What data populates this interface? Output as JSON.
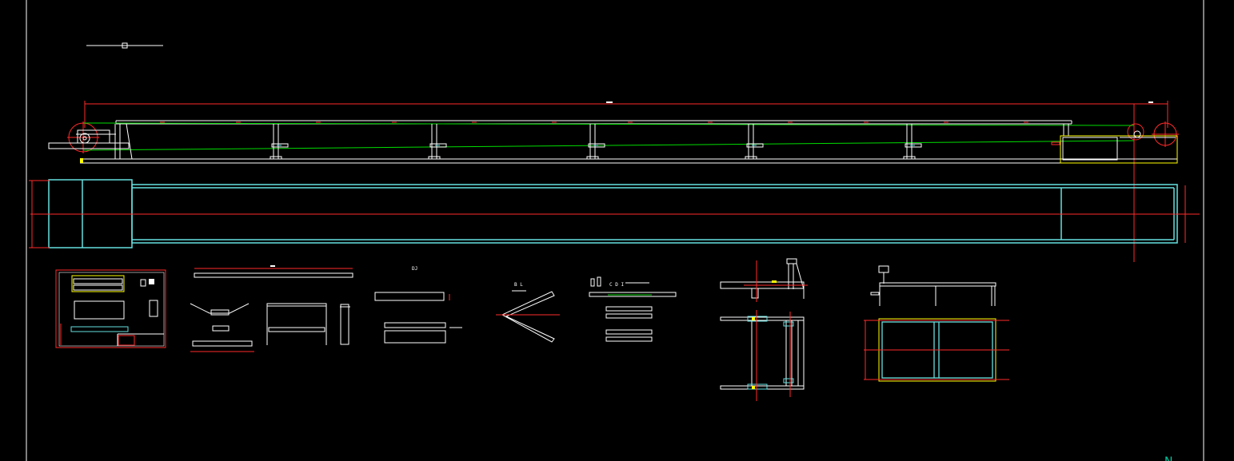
{
  "drawing": {
    "colors": {
      "background": "#000000",
      "frame": "#ffffff",
      "dimension": "#ff2a2a",
      "structure": "#ffffff",
      "belt": "#00dd00",
      "frame_cyan": "#66e0e0",
      "marker_yellow": "#ffff00",
      "accent_teal": "#00c8a0"
    },
    "labels": {
      "detail_label_a": "DJ",
      "detail_label_b": "B L",
      "detail_label_c": "C D I",
      "overall_dim": "",
      "corner_mark": "N"
    }
  }
}
